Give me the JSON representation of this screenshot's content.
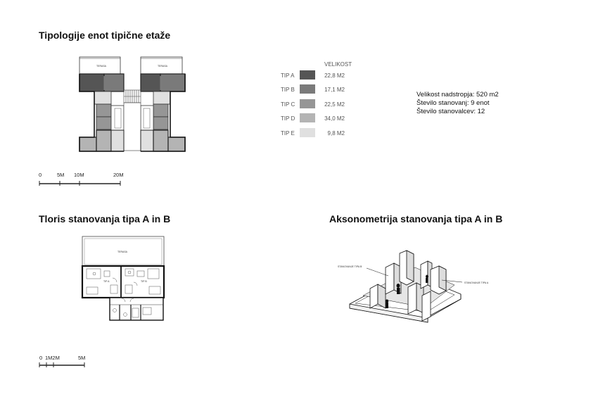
{
  "headings": {
    "typologies": "Tipologije enot tipične etaže",
    "floorplan": "Tloris stanovanja tipa A in B",
    "axonometry": "Aksonometrija stanovanja tipa A in B"
  },
  "legend": {
    "header": "VELIKOST",
    "items": [
      {
        "label": "TIP A",
        "value": "22,8 M2",
        "color": "#555555"
      },
      {
        "label": "TIP B",
        "value": "17,1 M2",
        "color": "#7a7a7a"
      },
      {
        "label": "TIP C",
        "value": "22,5 M2",
        "color": "#969696"
      },
      {
        "label": "TIP D",
        "value": "34,0 M2",
        "color": "#b4b4b4"
      },
      {
        "label": "TIP E",
        "value": "9,8 M2",
        "color": "#e0e0e0"
      }
    ]
  },
  "info": {
    "line1": "Velikost nadstropja: 520 m2",
    "line2": "Število stanovanj: 9 enot",
    "line3": "Število stanovalcev: 12"
  },
  "scale1": {
    "labels": [
      "0",
      "5M",
      "10M",
      "20M"
    ]
  },
  "scale2": {
    "labels": [
      "0",
      "1M2M",
      "5M"
    ]
  },
  "plan_labels": {
    "terrace_left": "TERASA",
    "terrace_right": "TERASA",
    "terrace_big": "TERASA",
    "tip_a": "TIP A",
    "tip_b": "TIP B"
  },
  "axo_labels": {
    "left": "STANOVANJE TIPA B",
    "right": "STANOVANJE TIPA A"
  }
}
